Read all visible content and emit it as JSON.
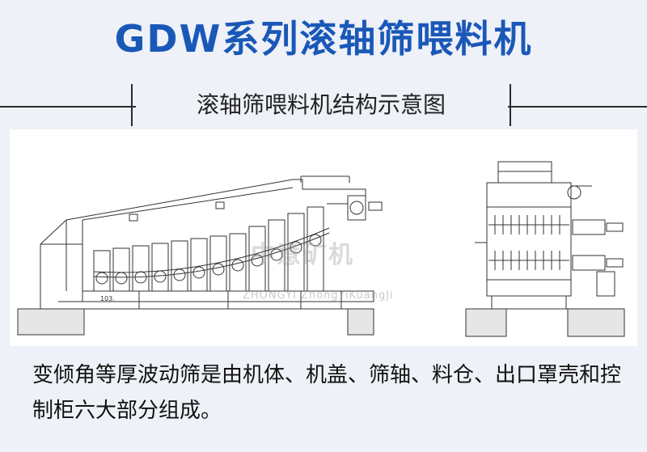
{
  "header": {
    "title": "GDW系列滚轴筛喂料机",
    "subtitle": "滚轴筛喂料机结构示意图"
  },
  "drawing": {
    "watermark": "中意矿机",
    "watermark_sub": "ZHONGYI ZhongYiKuangJi",
    "dimension_label": "103."
  },
  "description": {
    "text": "变倾角等厚波动筛是由机体、机盖、筛轴、料仓、出口罩壳和控制柜六大部分组成。"
  },
  "colors": {
    "title": "#1a58b8",
    "background": "#eef1f7",
    "panel": "#ffffff"
  }
}
